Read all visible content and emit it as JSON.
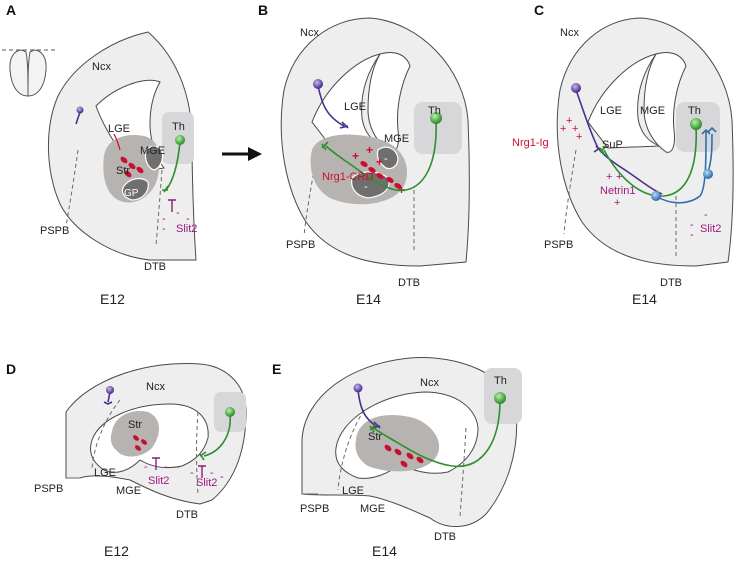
{
  "panels": {
    "A": {
      "letter": "A",
      "age": "E12",
      "labels": {
        "ncx": "Ncx",
        "lge": "LGE",
        "mge": "MGE",
        "str": "Str",
        "gp": "GP",
        "th": "Th",
        "pspb": "PSPB",
        "dtb": "DTB",
        "slit": "Slit2"
      }
    },
    "B": {
      "letter": "B",
      "age": "E14",
      "labels": {
        "ncx": "Ncx",
        "lge": "LGE",
        "mge": "MGE",
        "th": "Th",
        "pspb": "PSPB",
        "dtb": "DTB",
        "nrg": "Nrg1-CRD"
      }
    },
    "C": {
      "letter": "C",
      "age": "E14",
      "labels": {
        "ncx": "Ncx",
        "lge": "LGE",
        "mge": "MGE",
        "sup": "SuP",
        "th": "Th",
        "pspb": "PSPB",
        "dtb": "DTB",
        "nrg": "Nrg1-Ig",
        "netrin": "Netrin1",
        "slit": "Slit2"
      }
    },
    "D": {
      "letter": "D",
      "age": "E12",
      "labels": {
        "ncx": "Ncx",
        "str": "Str",
        "lge": "LGE",
        "mge": "MGE",
        "pspb": "PSPB",
        "dtb": "DTB",
        "slit1": "Slit2",
        "slit2": "Slit2"
      }
    },
    "E": {
      "letter": "E",
      "age": "E14",
      "labels": {
        "ncx": "Ncx",
        "str": "Str",
        "th": "Th",
        "lge": "LGE",
        "mge": "MGE",
        "pspb": "PSPB",
        "dtb": "DTB"
      }
    }
  },
  "signs": {
    "plus": "+",
    "minus": "-"
  },
  "colors": {
    "thalamic_axon": "#2e8f2e",
    "cortical_axon": "#4a2f8c",
    "blue_axon": "#2f6fae",
    "attractant": "#c8102e",
    "repellent": "#a0187f",
    "tissue": "#eeeeef",
    "striatum": "#b7b3b1",
    "globus_pallidus": "#6f6f6f"
  }
}
